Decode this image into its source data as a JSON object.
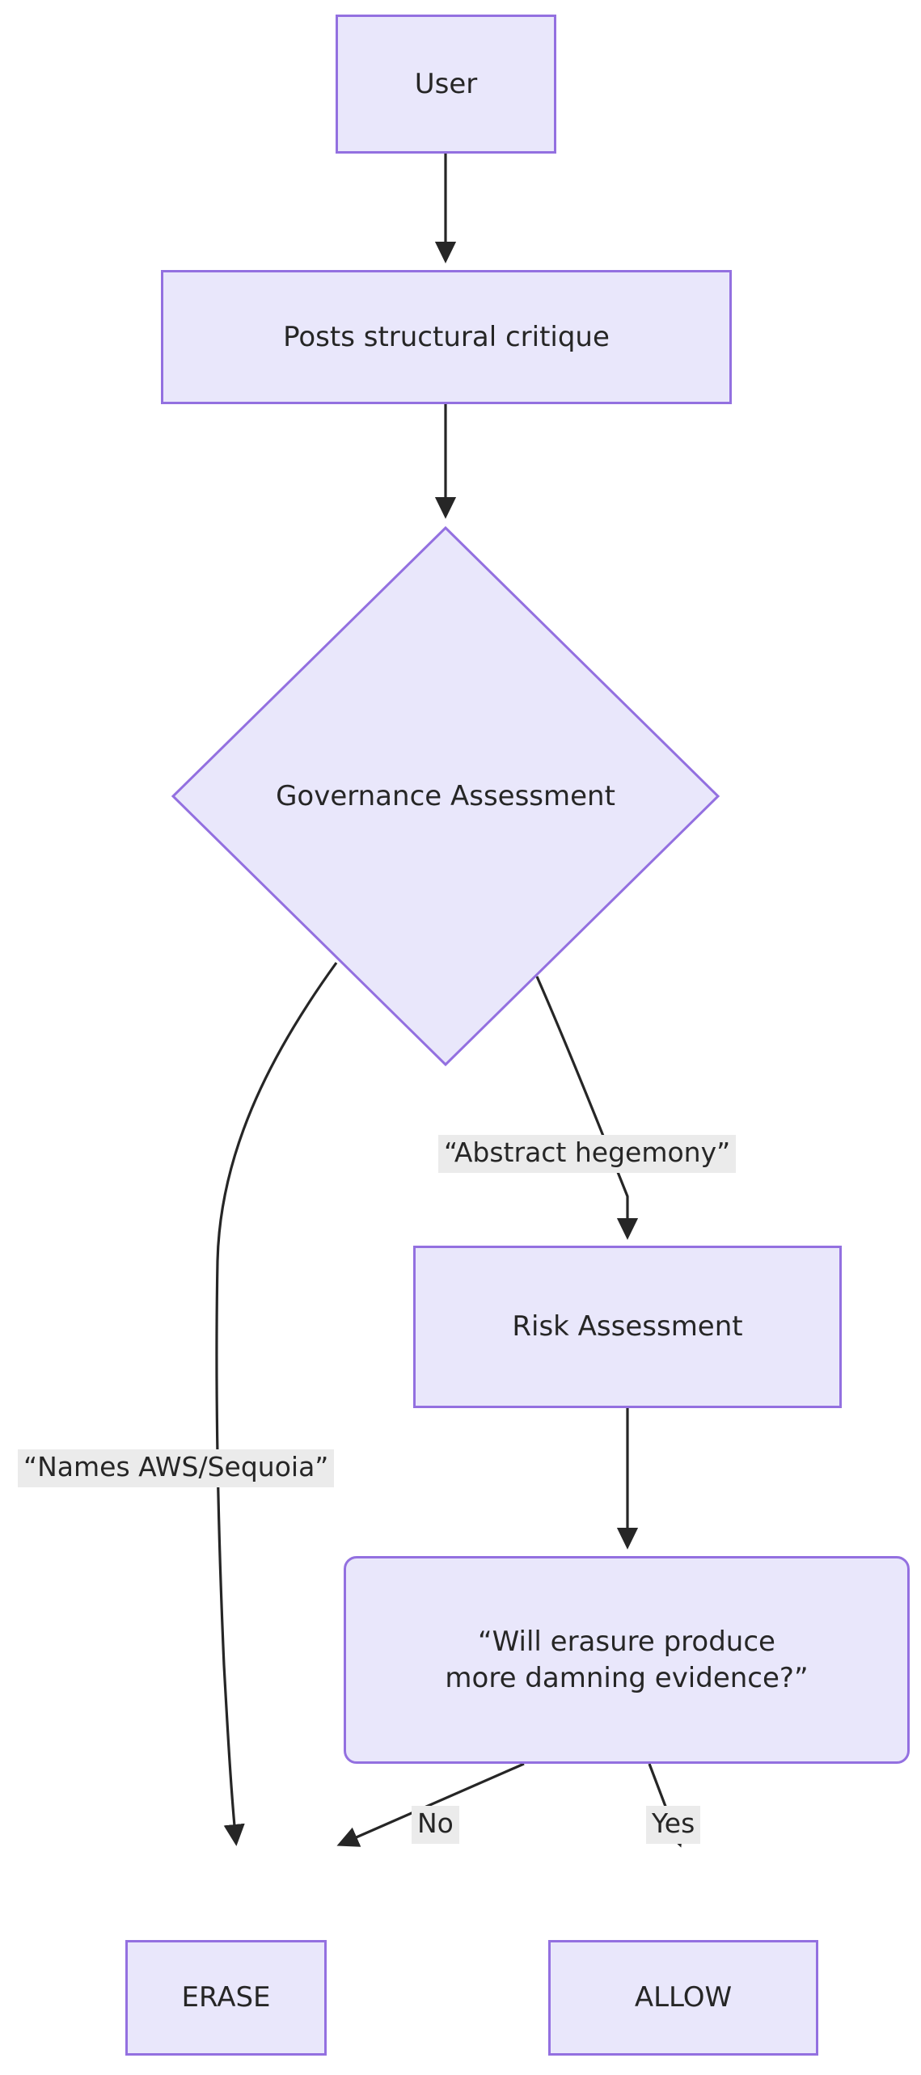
{
  "diagram": {
    "type": "flowchart",
    "direction": "top-down",
    "background": "#ffffff",
    "node_fill": "#e9e7fb",
    "node_stroke": "#9370e0",
    "edge_stroke": "#262626",
    "edge_label_background": "#ebebeb",
    "text_color": "#262626",
    "nodes": [
      {
        "id": "user",
        "label": "User",
        "shape": "rect"
      },
      {
        "id": "post",
        "label": "Posts structural critique",
        "shape": "rect"
      },
      {
        "id": "governance",
        "label": "Governance Assessment",
        "shape": "diamond"
      },
      {
        "id": "risk",
        "label": "Risk Assessment",
        "shape": "rect"
      },
      {
        "id": "question",
        "label": "“Will erasure produce\nmore damning evidence?”",
        "shape": "rounded-rect"
      },
      {
        "id": "erase",
        "label": "ERASE",
        "shape": "rect"
      },
      {
        "id": "allow",
        "label": "ALLOW",
        "shape": "rect"
      }
    ],
    "edges": [
      {
        "from": "user",
        "to": "post",
        "label": ""
      },
      {
        "from": "post",
        "to": "governance",
        "label": ""
      },
      {
        "from": "governance",
        "to": "erase",
        "label": "“Names AWS/Sequoia”"
      },
      {
        "from": "governance",
        "to": "risk",
        "label": "“Abstract hegemony”"
      },
      {
        "from": "risk",
        "to": "question",
        "label": ""
      },
      {
        "from": "question",
        "to": "erase",
        "label": "No"
      },
      {
        "from": "question",
        "to": "allow",
        "label": "Yes"
      }
    ],
    "edge_labels": {
      "names_aws_sequoia": "“Names AWS/Sequoia”",
      "abstract_hegemony": "“Abstract hegemony”",
      "no": "No",
      "yes": "Yes"
    }
  }
}
